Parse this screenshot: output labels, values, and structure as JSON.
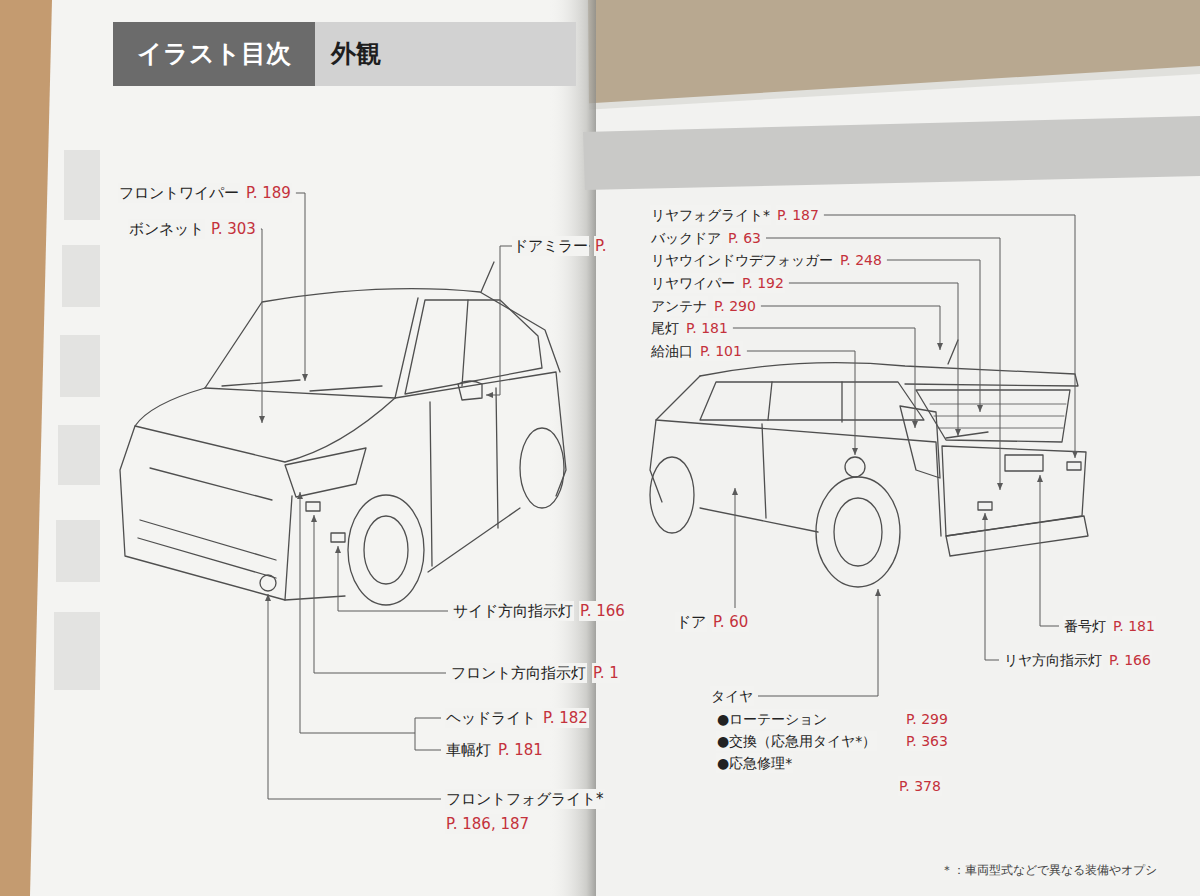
{
  "diagram": {
    "nodes": [
      {
        "text": [
          "イラスト目次"
        ]
      },
      {
        "text": [
          "外観"
        ]
      }
    ],
    "labels": [
      "フロントワイパー",
      "P. 189",
      "ボンネット",
      "P. 303",
      "ドアミラー",
      "P.",
      "サイド方向指示灯",
      "P. 166",
      "フロント方向指示灯",
      "P. 1",
      "ヘッドライト",
      "P. 182",
      "車幅灯",
      "P. 181",
      "フロントフォグライト*",
      "P. 186, 187",
      "リヤフォグライト*",
      "P. 187",
      "バックドア",
      "P. 63",
      "リヤウインドウデフォッガー",
      "P. 248",
      "リヤワイパー",
      "P. 192",
      "アンテナ",
      "P. 290",
      "尾灯",
      "P. 181",
      "給油口",
      "P. 101",
      "ドア",
      "P. 60",
      "番号灯",
      "P. 181",
      "リヤ方向指示灯",
      "P. 166",
      "タイヤ",
      "●ローテーション",
      "P. 299",
      "●交換（応急用タイヤ*）",
      "P. 363",
      "●応急修理*",
      "P. 378",
      "＊：車両型式などで異なる装備やオプシ"
    ]
  }
}
